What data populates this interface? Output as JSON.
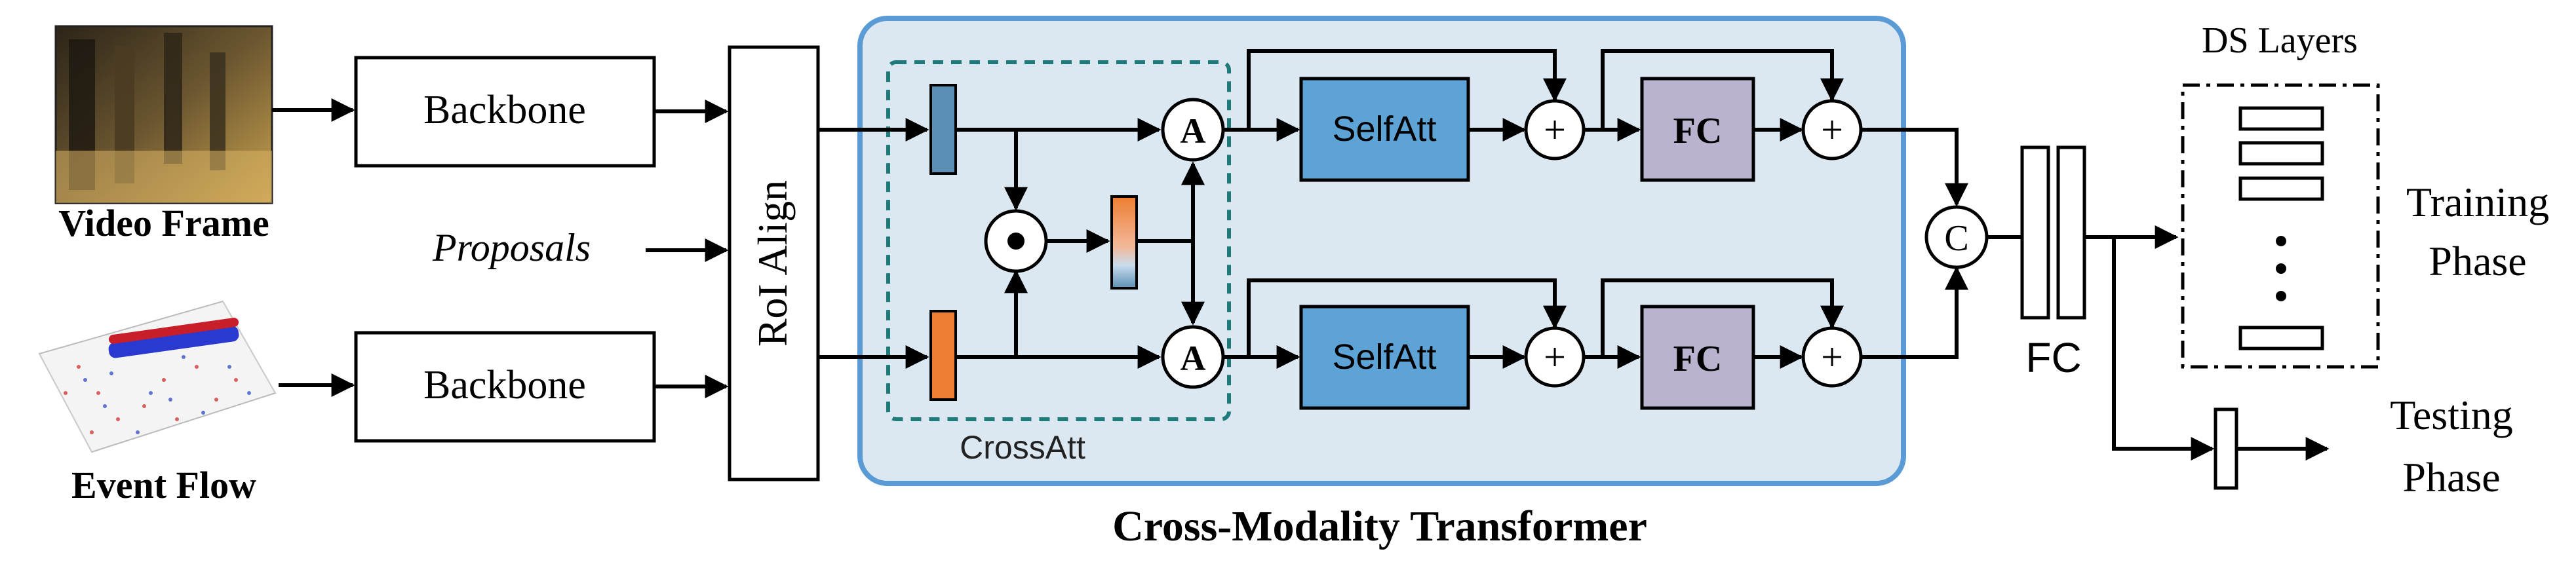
{
  "labels": {
    "video_frame": "Video Frame",
    "event_flow": "Event Flow",
    "proposals": "Proposals",
    "backbone_top": "Backbone",
    "backbone_bottom": "Backbone",
    "roi_align": "RoI Align",
    "selfatt_top": "SelfAtt",
    "selfatt_bottom": "SelfAtt",
    "fc_top": "FC",
    "fc_bottom": "FC",
    "crossatt": "CrossAtt",
    "cross_modality_transformer": "Cross-Modality Transformer",
    "fc_final": "FC",
    "ds_layers": "DS Layers",
    "training_phase_line1": "Training",
    "training_phase_line2": "Phase",
    "testing_phase_line1": "Testing",
    "testing_phase_line2": "Phase",
    "op_a_top": "A",
    "op_a_bottom": "A",
    "op_plus_1": "+",
    "op_plus_2": "+",
    "op_plus_3": "+",
    "op_plus_4": "+",
    "op_concat": "C",
    "ds_dots": "⋮"
  },
  "colors": {
    "transformer_bg": "#dbe8f2",
    "transformer_border": "#5b9bd5",
    "selfatt_fill": "#5da3d6",
    "fc_fill": "#b9b3cf",
    "crossatt_border": "#1f7a7a",
    "token_blue": "#5b8fb3",
    "token_orange": "#ed7d31"
  }
}
